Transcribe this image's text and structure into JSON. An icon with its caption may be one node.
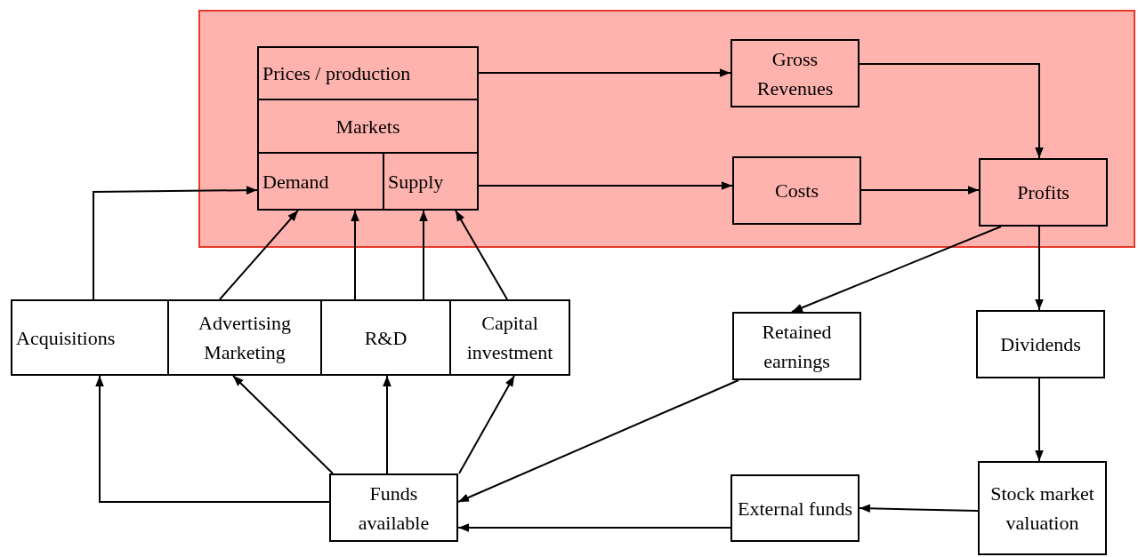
{
  "diagram": {
    "nodes": [
      {
        "text": [],
        "shape": "box"
      },
      {
        "text": [
          "Prices / production"
        ],
        "in": 0
      },
      {
        "text": [
          "Markets"
        ],
        "in": 0
      },
      {
        "text": [
          "Demand"
        ],
        "in": 0
      },
      {
        "text": [
          "Supply"
        ],
        "in": 0
      },
      {
        "text": [
          "Gross Revenues"
        ],
        "in": 0
      },
      {
        "text": [
          "Costs"
        ],
        "in": 0
      },
      {
        "text": [
          "Profits"
        ],
        "in": 0
      },
      {
        "text": [
          "Acquisitions"
        ]
      },
      {
        "text": [
          "Advertising Marketing"
        ]
      },
      {
        "text": [
          "R&D"
        ]
      },
      {
        "text": [
          "Capital investment"
        ]
      },
      {
        "text": [
          "Retained earnings"
        ]
      },
      {
        "text": [
          "Dividends"
        ]
      },
      {
        "text": [
          "Funds available"
        ]
      },
      {
        "text": [
          "External funds"
        ]
      },
      {
        "text": [
          "Stock market valuation"
        ]
      }
    ],
    "edges": [
      {
        "from": 1,
        "to": 5,
        "arrow": "to"
      },
      {
        "from": 4,
        "to": 6,
        "arrow": "to"
      },
      {
        "from": 5,
        "to": 7,
        "arrow": "to"
      },
      {
        "from": 6,
        "to": 7,
        "arrow": "to"
      },
      {
        "from": 8,
        "to": 3,
        "arrow": "to"
      },
      {
        "from": 9,
        "to": 3,
        "arrow": "to"
      },
      {
        "from": 10,
        "to": 3,
        "arrow": "to"
      },
      {
        "from": 10,
        "to": 4,
        "arrow": "to"
      },
      {
        "from": 11,
        "to": 4,
        "arrow": "to"
      },
      {
        "from": 7,
        "to": 12,
        "arrow": "to"
      },
      {
        "from": 7,
        "to": 13,
        "arrow": "to"
      },
      {
        "from": 13,
        "to": 16,
        "arrow": "to"
      },
      {
        "from": 16,
        "to": 15,
        "arrow": "to"
      },
      {
        "from": 15,
        "to": 14,
        "arrow": "to"
      },
      {
        "from": 12,
        "to": 14,
        "arrow": "to"
      },
      {
        "from": 14,
        "to": 8,
        "arrow": "to"
      },
      {
        "from": 14,
        "to": 9,
        "arrow": "to"
      },
      {
        "from": 14,
        "to": 10,
        "arrow": "to"
      },
      {
        "from": 14,
        "to": 11,
        "arrow": "to"
      }
    ]
  }
}
